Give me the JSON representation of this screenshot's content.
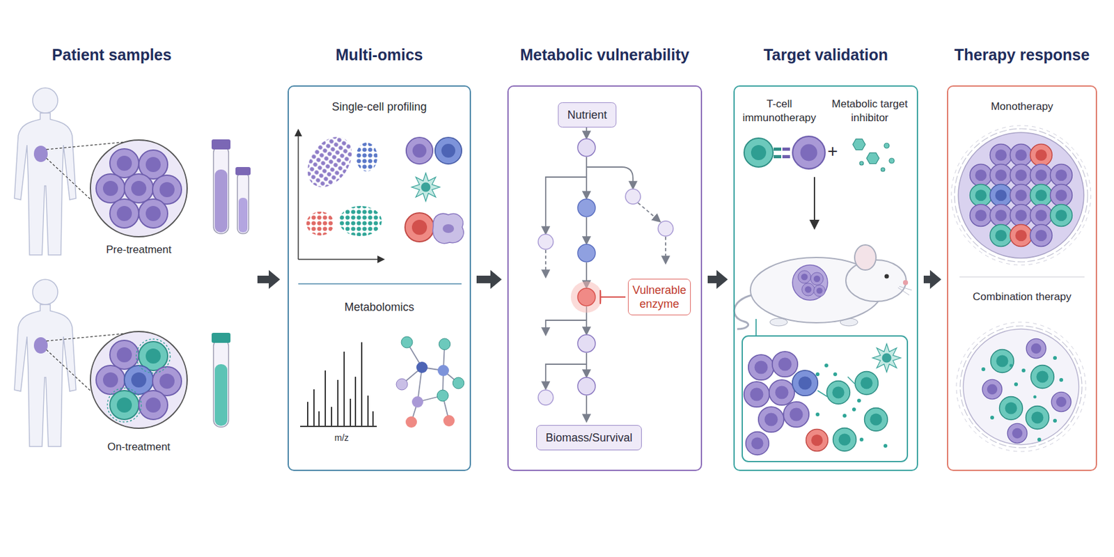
{
  "diagram": {
    "nodes": [
      {
        "text": [
          "Multi-omics",
          "Single-cell profiling",
          "Metabolomics"
        ]
      },
      {
        "text": [
          "Metabolic vulnerability"
        ]
      },
      {
        "text": [
          "Nutrient"
        ],
        "in": 1
      },
      {
        "text": [
          "Vulnerable enzyme"
        ],
        "in": 1
      },
      {
        "text": [
          "Biomass/Survival"
        ],
        "in": 1
      },
      {
        "text": [
          "Target validation",
          "T-cell immunotherapy",
          "Metabolic target inhibitor"
        ]
      },
      {
        "text": [
          "Therapy response",
          "Monotherapy",
          "Combination therapy"
        ]
      }
    ],
    "edges": [
      {
        "from": 0,
        "to": 1,
        "arrow": "to"
      },
      {
        "from": 1,
        "to": 5,
        "arrow": "to"
      },
      {
        "from": 5,
        "to": 6,
        "arrow": "to"
      }
    ],
    "labels": [
      "Patient samples",
      "Pre-treatment",
      "On-treatment",
      "m/z",
      "+"
    ]
  }
}
